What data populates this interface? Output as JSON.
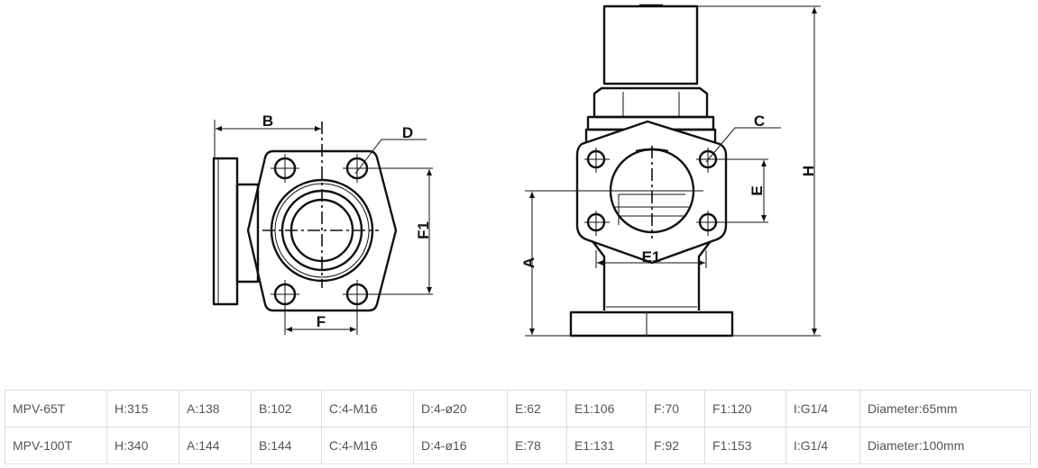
{
  "drawing": {
    "labels": {
      "B": "B",
      "D": "D",
      "F1": "F1",
      "F": "F",
      "C": "C",
      "H": "H",
      "E": "E",
      "A": "A",
      "E1": "E1"
    }
  },
  "table": {
    "rows": [
      [
        "MPV-65T",
        "H:315",
        "A:138",
        "B:102",
        "C:4-M16",
        "D:4-ø20",
        "E:62",
        "E1:106",
        "F:70",
        "F1:120",
        "I:G1/4",
        "Diameter:65mm"
      ],
      [
        "MPV-100T",
        "H:340",
        "A:144",
        "B:144",
        "C:4-M16",
        "D:4-ø16",
        "E:78",
        "E1:131",
        "F:92",
        "F1:153",
        "I:G1/4",
        "Diameter:100mm"
      ]
    ]
  }
}
